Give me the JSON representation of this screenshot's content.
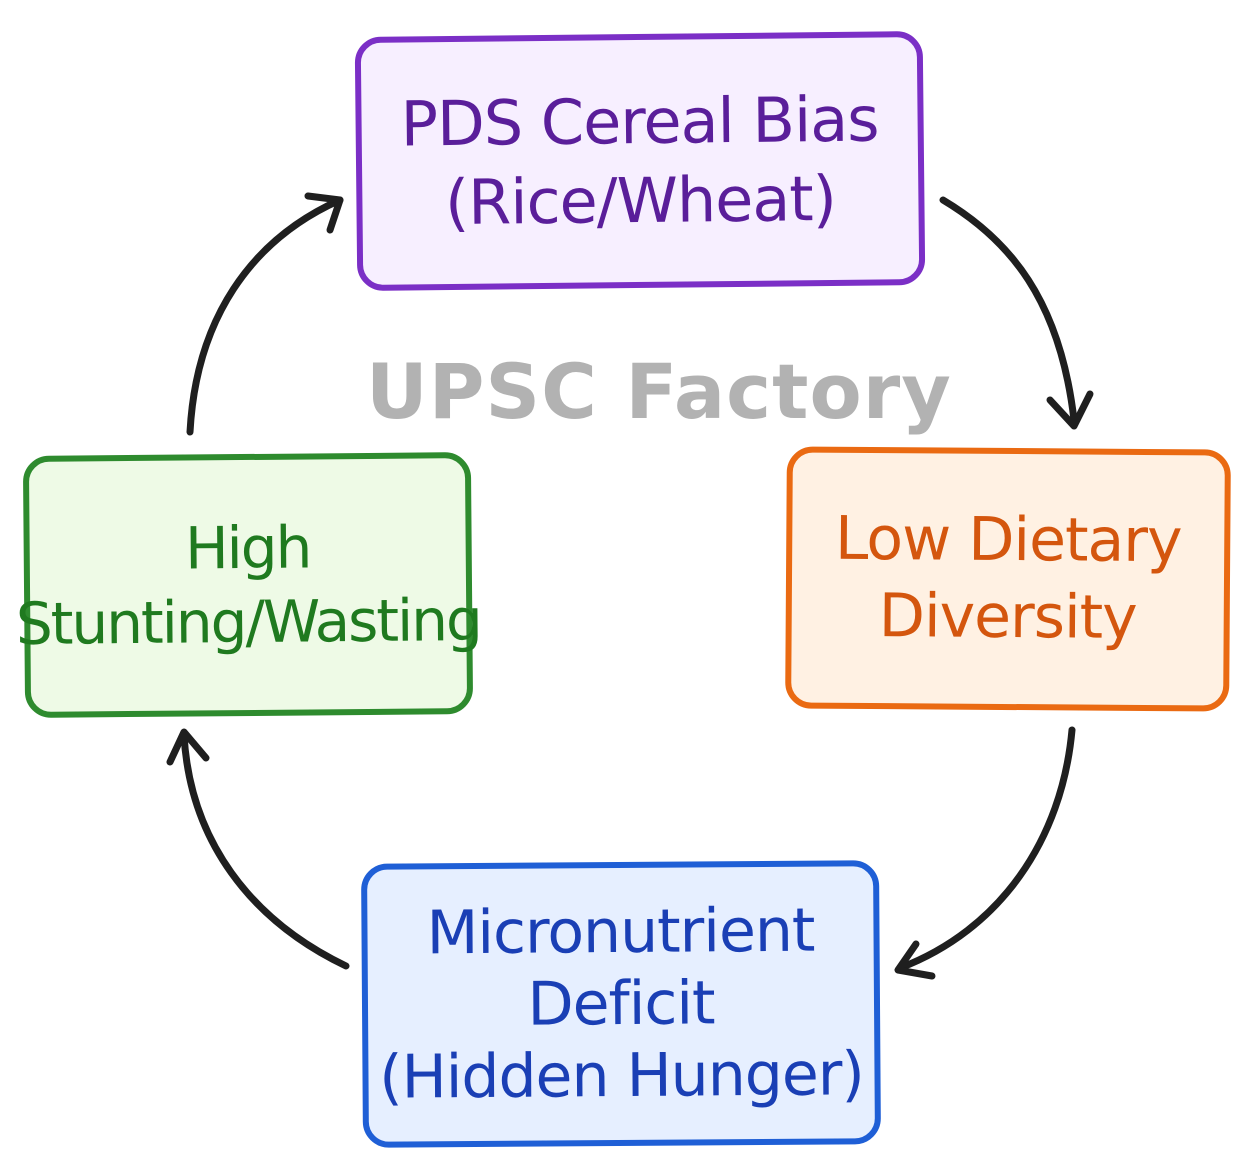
{
  "nodes": {
    "pds": {
      "lines": [
        "PDS Cereal Bias",
        "(Rice/Wheat)"
      ],
      "border_color": "#7b2fc6",
      "fill_color": "#f7efff",
      "text_color": "#5a1e9a"
    },
    "low_diversity": {
      "lines": [
        "Low Dietary",
        "Diversity"
      ],
      "border_color": "#ea6a12",
      "fill_color": "#fff1e3",
      "text_color": "#d4560e"
    },
    "micronutrient": {
      "lines": [
        "Micronutrient",
        "Deficit",
        "(Hidden Hunger)"
      ],
      "border_color": "#1f5fd6",
      "fill_color": "#e6efff",
      "text_color": "#1a3fb5"
    },
    "stunting": {
      "lines": [
        "High",
        "Stunting/Wasting"
      ],
      "border_color": "#2e8b2e",
      "fill_color": "#eefae6",
      "text_color": "#1f7a1f"
    }
  },
  "arrow_color": "#1f1f1f",
  "watermark": "UPSC Factory"
}
